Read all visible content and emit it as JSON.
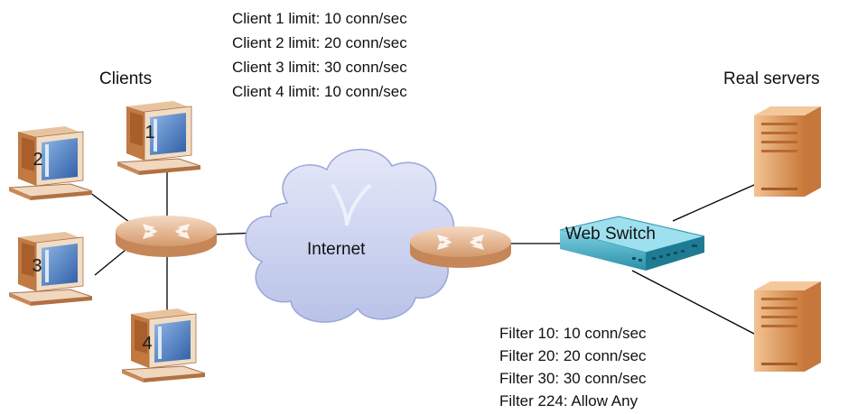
{
  "labels": {
    "clients": "Clients",
    "real_servers": "Real servers",
    "internet": "Internet",
    "web_switch": "Web Switch"
  },
  "client_limits": [
    "Client 1 limit: 10 conn/sec",
    "Client 2 limit: 20 conn/sec",
    "Client 3 limit: 30 conn/sec",
    "Client 4 limit: 10 conn/sec"
  ],
  "filters": [
    "Filter 10: 10 conn/sec",
    "Filter 20: 20 conn/sec",
    "Filter 30: 30 conn/sec",
    "Filter 224: Allow Any"
  ],
  "client_numbers": [
    "1",
    "2",
    "3",
    "4"
  ],
  "colors": {
    "computer_body": "#c77a3a",
    "computer_light": "#f3dcc3",
    "screen": "#4d7fc0",
    "router": "#d9a57c",
    "cloud": "#c9d0ee",
    "switch": "#3aa6bf",
    "server": "#e0995a"
  }
}
